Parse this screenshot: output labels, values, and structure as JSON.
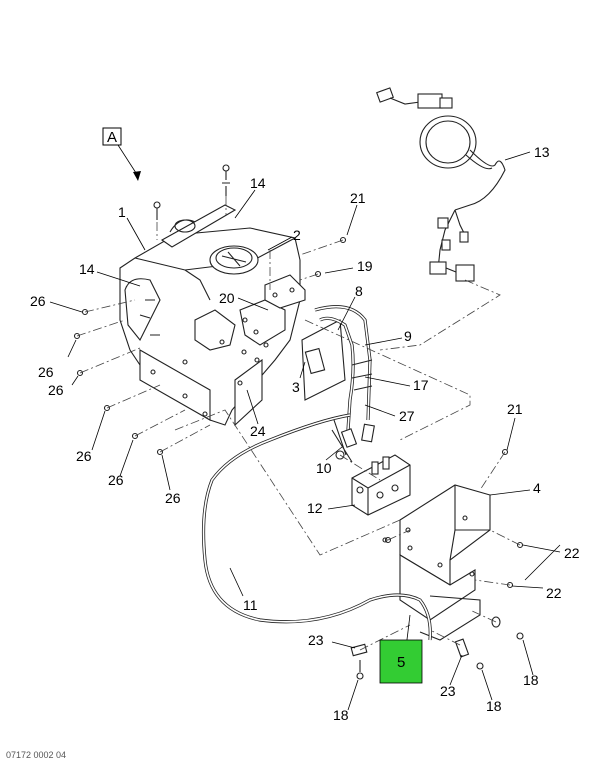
{
  "view_label": "A",
  "footer_left": "07172 0002 04",
  "highlight": {
    "label": "5",
    "color": "#33cc33"
  },
  "callouts": [
    {
      "id": "c13",
      "text": "13"
    },
    {
      "id": "c14a",
      "text": "14"
    },
    {
      "id": "c1",
      "text": "1"
    },
    {
      "id": "c21a",
      "text": "21"
    },
    {
      "id": "c2",
      "text": "2"
    },
    {
      "id": "c14b",
      "text": "14"
    },
    {
      "id": "c19",
      "text": "19"
    },
    {
      "id": "c26a",
      "text": "26"
    },
    {
      "id": "c20",
      "text": "20"
    },
    {
      "id": "c8",
      "text": "8"
    },
    {
      "id": "c26b",
      "text": "26"
    },
    {
      "id": "c9",
      "text": "9"
    },
    {
      "id": "c26c",
      "text": "26"
    },
    {
      "id": "c17",
      "text": "17"
    },
    {
      "id": "c3",
      "text": "3"
    },
    {
      "id": "c27",
      "text": "27"
    },
    {
      "id": "c24",
      "text": "24"
    },
    {
      "id": "c26d",
      "text": "26"
    },
    {
      "id": "c21b",
      "text": "21"
    },
    {
      "id": "c10",
      "text": "10"
    },
    {
      "id": "c26e",
      "text": "26"
    },
    {
      "id": "c26f",
      "text": "26"
    },
    {
      "id": "c4",
      "text": "4"
    },
    {
      "id": "c12",
      "text": "12"
    },
    {
      "id": "c22a",
      "text": "22"
    },
    {
      "id": "c22b",
      "text": "22"
    },
    {
      "id": "c11",
      "text": "11"
    },
    {
      "id": "c23a",
      "text": "23"
    },
    {
      "id": "c18a",
      "text": "18"
    },
    {
      "id": "c23b",
      "text": "23"
    },
    {
      "id": "c18b",
      "text": "18"
    },
    {
      "id": "c18c",
      "text": "18"
    }
  ]
}
